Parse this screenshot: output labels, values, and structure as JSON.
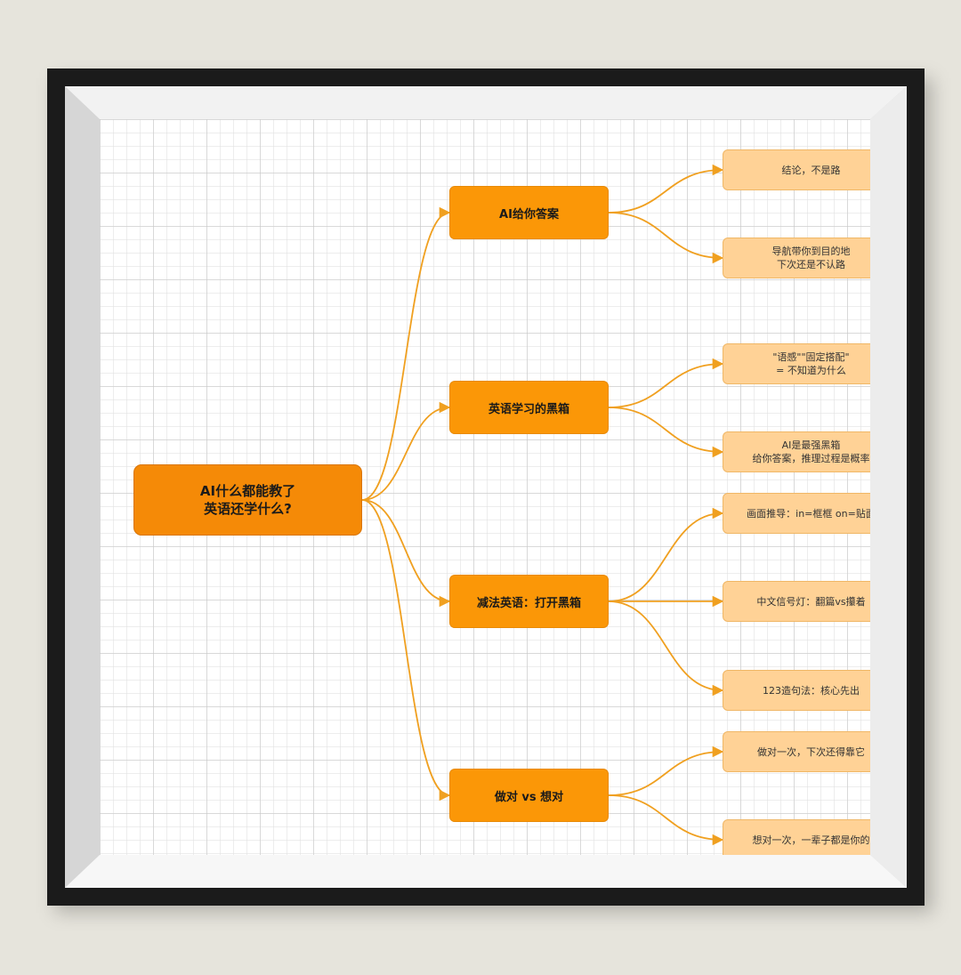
{
  "mindmap": {
    "root": {
      "label": "AI什么都能教了\n英语还学什么?"
    },
    "branches": [
      {
        "label": "AI给你答案",
        "children": [
          "结论，不是路",
          "导航带你到目的地\n下次还是不认路"
        ]
      },
      {
        "label": "英语学习的黑箱",
        "children": [
          "\"语感\"\"固定搭配\"\n= 不知道为什么",
          "AI是最强黑箱\n给你答案，推理过程是概率"
        ]
      },
      {
        "label": "减法英语：打开黑箱",
        "children": [
          "画面推导：in=框框 on=贴面",
          "中文信号灯：翻篇vs攥着",
          "123造句法：核心先出"
        ]
      },
      {
        "label": "做对 vs 想对",
        "children": [
          "做对一次，下次还得靠它",
          "想对一次，一辈子都是你的"
        ]
      }
    ],
    "colors": {
      "root": "#f58a07",
      "branch": "#fb9707",
      "leaf": "#ffd296",
      "connector": "#f0a020"
    }
  }
}
